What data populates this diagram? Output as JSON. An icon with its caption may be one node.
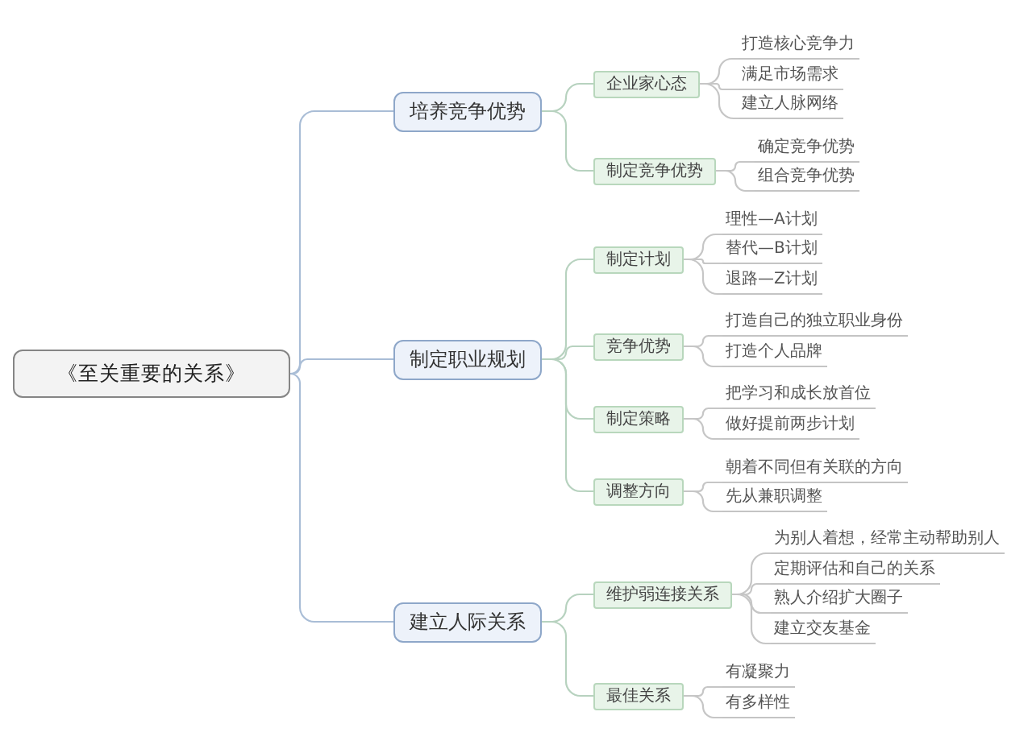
{
  "diagram": {
    "nodes": [
      {
        "text": [
          "《至关重要的关系》"
        ]
      },
      {
        "text": [
          "培养竞争优势"
        ]
      },
      {
        "text": [
          "企业家心态"
        ]
      },
      {
        "text": [
          "打造核心竞争力"
        ]
      },
      {
        "text": [
          "满足市场需求"
        ]
      },
      {
        "text": [
          "建立人脉网络"
        ]
      },
      {
        "text": [
          "制定竞争优势"
        ]
      },
      {
        "text": [
          "确定竞争优势"
        ]
      },
      {
        "text": [
          "组合竞争优势"
        ]
      },
      {
        "text": [
          "制定职业规划"
        ]
      },
      {
        "text": [
          "制定计划"
        ]
      },
      {
        "text": [
          "理性—A计划"
        ]
      },
      {
        "text": [
          "替代—B计划"
        ]
      },
      {
        "text": [
          "退路—Z计划"
        ]
      },
      {
        "text": [
          "竞争优势"
        ]
      },
      {
        "text": [
          "打造自己的独立职业身份"
        ]
      },
      {
        "text": [
          "打造个人品牌"
        ]
      },
      {
        "text": [
          "制定策略"
        ]
      },
      {
        "text": [
          "把学习和成长放首位"
        ]
      },
      {
        "text": [
          "做好提前两步计划"
        ]
      },
      {
        "text": [
          "调整方向"
        ]
      },
      {
        "text": [
          "朝着不同但有关联的方向"
        ]
      },
      {
        "text": [
          "先从兼职调整"
        ]
      },
      {
        "text": [
          "建立人际关系"
        ]
      },
      {
        "text": [
          "维护弱连接关系"
        ]
      },
      {
        "text": [
          "为别人着想，经常主动帮助别人"
        ]
      },
      {
        "text": [
          "定期评估和自己的关系"
        ]
      },
      {
        "text": [
          "熟人介绍扩大圈子"
        ]
      },
      {
        "text": [
          "建立交友基金"
        ]
      },
      {
        "text": [
          "最佳关系"
        ]
      },
      {
        "text": [
          "有凝聚力"
        ]
      },
      {
        "text": [
          "有多样性"
        ]
      }
    ],
    "edges": [
      {
        "from": 0,
        "to": 1,
        "arrow": "none",
        "color": "#a9bdd6"
      },
      {
        "from": 0,
        "to": 9,
        "arrow": "none",
        "color": "#a9bdd6"
      },
      {
        "from": 0,
        "to": 23,
        "arrow": "none",
        "color": "#a9bdd6"
      },
      {
        "from": 1,
        "to": 2,
        "arrow": "none",
        "color": "#b7d2bf"
      },
      {
        "from": 1,
        "to": 6,
        "arrow": "none",
        "color": "#b7d2bf"
      },
      {
        "from": 9,
        "to": 10,
        "arrow": "none",
        "color": "#b7d2bf"
      },
      {
        "from": 9,
        "to": 14,
        "arrow": "none",
        "color": "#b7d2bf"
      },
      {
        "from": 9,
        "to": 17,
        "arrow": "none",
        "color": "#b7d2bf"
      },
      {
        "from": 9,
        "to": 20,
        "arrow": "none",
        "color": "#b7d2bf"
      },
      {
        "from": 23,
        "to": 24,
        "arrow": "none",
        "color": "#b7d2bf"
      },
      {
        "from": 23,
        "to": 29,
        "arrow": "none",
        "color": "#b7d2bf"
      },
      {
        "from": 2,
        "to": 3,
        "arrow": "none"
      },
      {
        "from": 2,
        "to": 4,
        "arrow": "none"
      },
      {
        "from": 2,
        "to": 5,
        "arrow": "none"
      },
      {
        "from": 6,
        "to": 7,
        "arrow": "none"
      },
      {
        "from": 6,
        "to": 8,
        "arrow": "none"
      },
      {
        "from": 10,
        "to": 11,
        "arrow": "none"
      },
      {
        "from": 10,
        "to": 12,
        "arrow": "none"
      },
      {
        "from": 10,
        "to": 13,
        "arrow": "none"
      },
      {
        "from": 14,
        "to": 15,
        "arrow": "none"
      },
      {
        "from": 14,
        "to": 16,
        "arrow": "none"
      },
      {
        "from": 17,
        "to": 18,
        "arrow": "none"
      },
      {
        "from": 17,
        "to": 19,
        "arrow": "none"
      },
      {
        "from": 20,
        "to": 21,
        "arrow": "none"
      },
      {
        "from": 20,
        "to": 22,
        "arrow": "none"
      },
      {
        "from": 24,
        "to": 25,
        "arrow": "none"
      },
      {
        "from": 24,
        "to": 26,
        "arrow": "none"
      },
      {
        "from": 24,
        "to": 27,
        "arrow": "none"
      },
      {
        "from": 24,
        "to": 28,
        "arrow": "none"
      },
      {
        "from": 29,
        "to": 30,
        "arrow": "none"
      },
      {
        "from": 29,
        "to": 31,
        "arrow": "none"
      }
    ]
  }
}
